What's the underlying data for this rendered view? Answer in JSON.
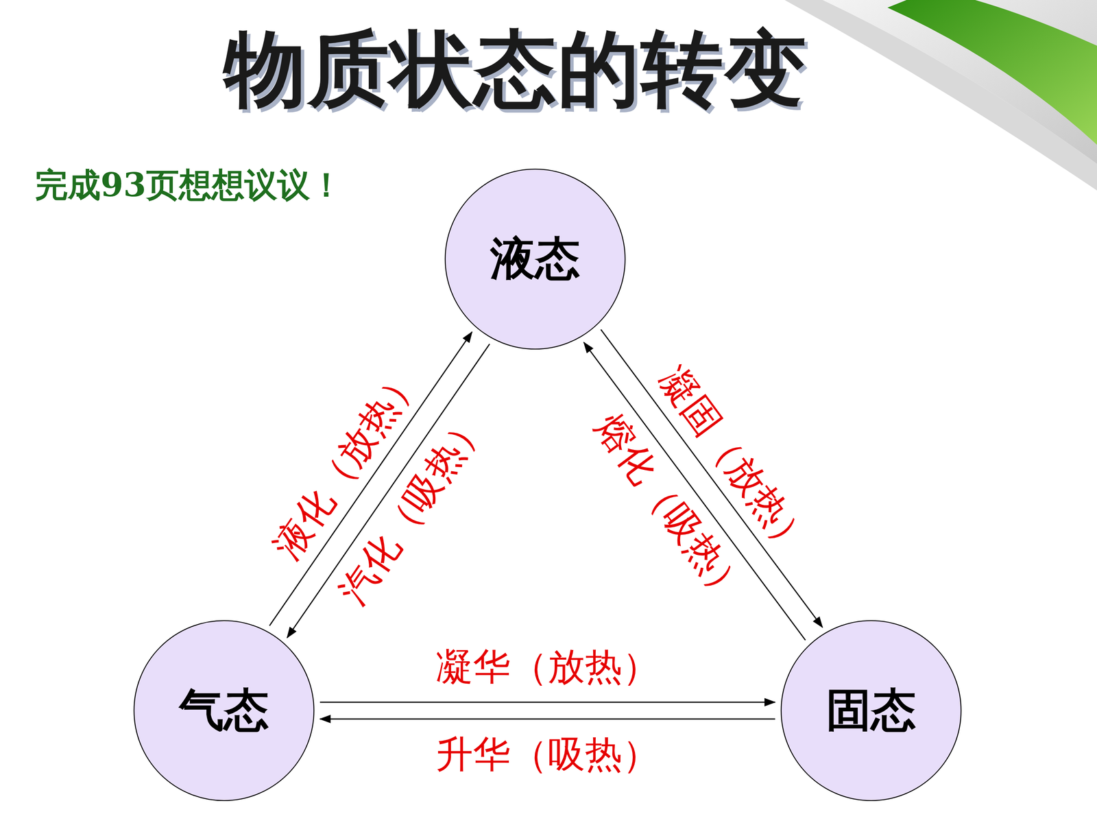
{
  "diagram": {
    "title": "物质状态的转变",
    "nodes": [
      {
        "text": [
          "液态"
        ]
      },
      {
        "text": [
          "气态"
        ]
      },
      {
        "text": [
          "固态"
        ]
      }
    ],
    "edges": [
      {
        "from": 1,
        "to": 0,
        "label": "液化（放热）",
        "arrow": "to"
      },
      {
        "from": 0,
        "to": 1,
        "label": "汽化（吸热）",
        "arrow": "to"
      },
      {
        "from": 0,
        "to": 2,
        "label": "凝固（放热）",
        "arrow": "to"
      },
      {
        "from": 2,
        "to": 0,
        "label": "熔化（吸热）",
        "arrow": "to"
      },
      {
        "from": 1,
        "to": 2,
        "label": "凝华（放热）",
        "arrow": "to"
      },
      {
        "from": 2,
        "to": 1,
        "label": "升华（吸热）",
        "arrow": "to"
      }
    ],
    "labels": [
      "完成93页想想议议！"
    ]
  }
}
